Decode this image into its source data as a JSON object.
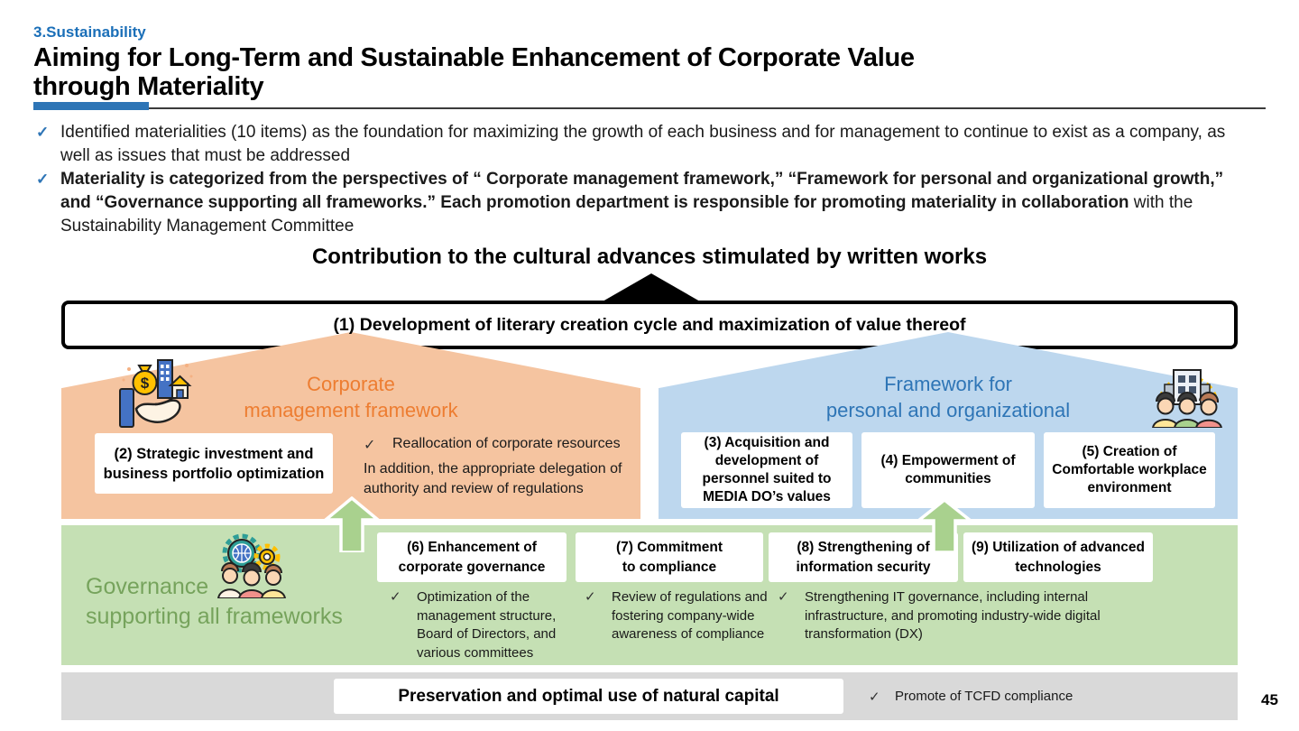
{
  "slide": {
    "section_label": "3.Sustainability",
    "title_line1": "Aiming for Long-Term and Sustainable Enhancement of Corporate Value",
    "title_line2": "through Materiality",
    "page_number": "45"
  },
  "glyphs": {
    "check": "✓"
  },
  "intro": {
    "bullet1": "Identified materialities (10 items) as the foundation for maximizing the growth of each business and for management to continue to exist as a company, as well as issues that must be addressed",
    "bullet2_bold": "Materiality is categorized from the perspectives of “ Corporate management framework,” “Framework for personal and organizational growth,” and “Governance supporting all frameworks.” Each promotion department is responsible for promoting materiality in collaboration",
    "bullet2_regular": " with the Sustainability Management Committee"
  },
  "diagram": {
    "heading": "Contribution to the cultural advances stimulated by written works",
    "box1": "(1) Development of literary creation cycle and maximization of value thereof",
    "corporate": {
      "title_line1": "Corporate",
      "title_line2": "management framework",
      "box2": "(2) Strategic investment and business portfolio optimization",
      "check_item": "Reallocation of corporate resources",
      "note": "In addition, the appropriate delegation of authority and review of regulations",
      "icon": "hand-money-buildings-icon"
    },
    "personal": {
      "title_line1": "Framework for",
      "title_line2": "personal and organizational",
      "box3": "(3) Acquisition and development of personnel suited to MEDIA DO’s values",
      "box4": "(4) Empowerment of communities",
      "box5": "(5) Creation of Comfortable workplace environment",
      "icon": "people-building-gear-icon"
    },
    "governance": {
      "title_line1": "Governance",
      "title_line2": "supporting all frameworks",
      "box6": "(6) Enhancement of corporate governance",
      "box7_line1": "(7) Commitment",
      "box7_line2": "to compliance",
      "box8": "(8) Strengthening of information security",
      "box9": "(9) Utilization of advanced technologies",
      "note6": "Optimization of the management structure, Board of Directors, and various committees",
      "note7": "Review of regulations and fostering company-wide awareness of compliance",
      "note8": "Strengthening IT governance, including internal infrastructure, and promoting industry-wide digital transformation (DX)",
      "icon": "people-globe-gear-icon"
    },
    "natural_capital": {
      "box": "Preservation and optimal use of natural capital",
      "note": "Promote of TCFD compliance"
    }
  },
  "colors": {
    "accent_blue": "#2E75B6",
    "section_label_blue": "#1B6FB8",
    "orange_fill": "#F5C4A0",
    "orange_text": "#ED7D31",
    "blue_fill": "#BDD7EE",
    "blue_text": "#2E75B6",
    "green_fill": "#C5E0B4",
    "green_text": "#76A35C",
    "gray_fill": "#D9D9D9",
    "arrow_green": "#A9D18E"
  }
}
